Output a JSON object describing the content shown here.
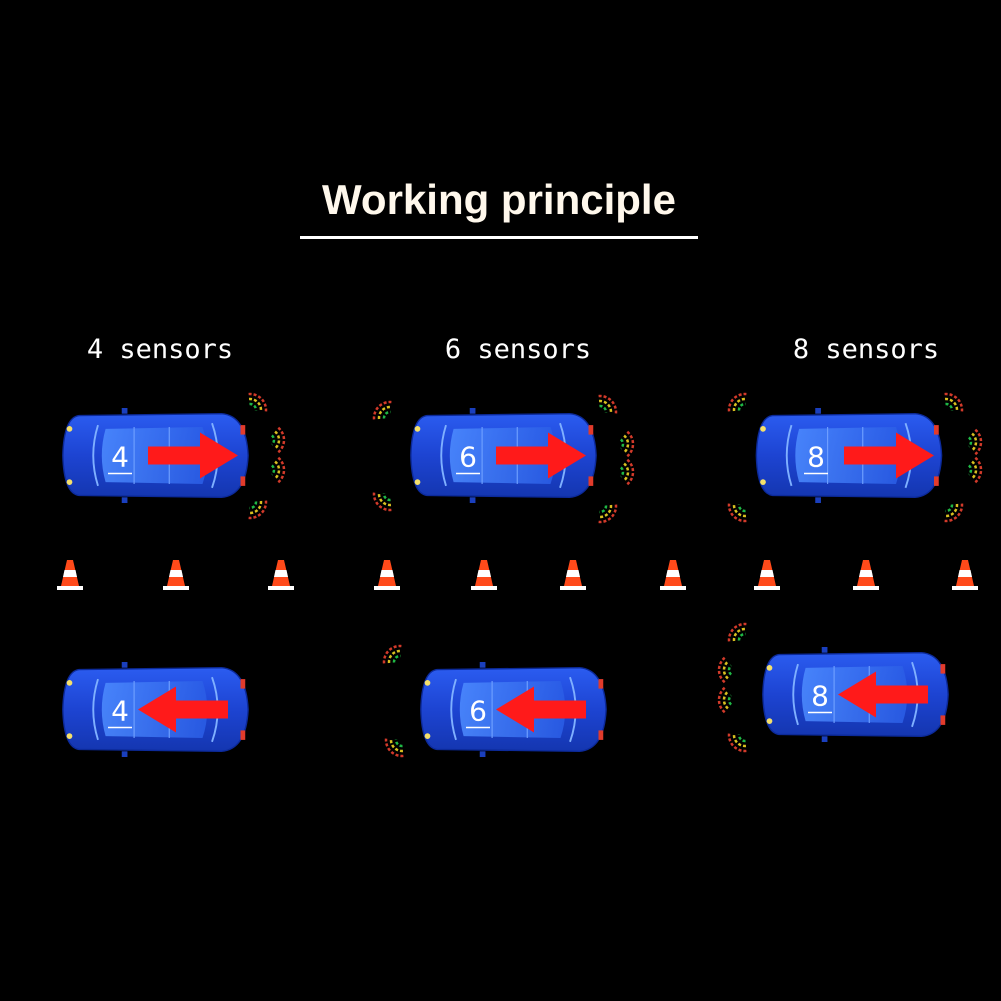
{
  "title": "Working principle",
  "columns": [
    {
      "label": "4 sensors",
      "number": "4"
    },
    {
      "label": "6 sensors",
      "number": "6"
    },
    {
      "label": "8 sensors",
      "number": "8"
    }
  ],
  "colors": {
    "background": "#000000",
    "car_body": "#1e47d6",
    "car_glass": "#3a78ff",
    "arrow": "#ff1a1a",
    "cone_orange": "#ff4a1a",
    "cone_white": "#ffffff",
    "wave_colors": [
      "#1fb845",
      "#d8c020",
      "#d23a2a"
    ]
  },
  "icons": [
    "car-icon",
    "traffic-cone-icon",
    "direction-arrow-icon",
    "sensor-wave-icon"
  ]
}
